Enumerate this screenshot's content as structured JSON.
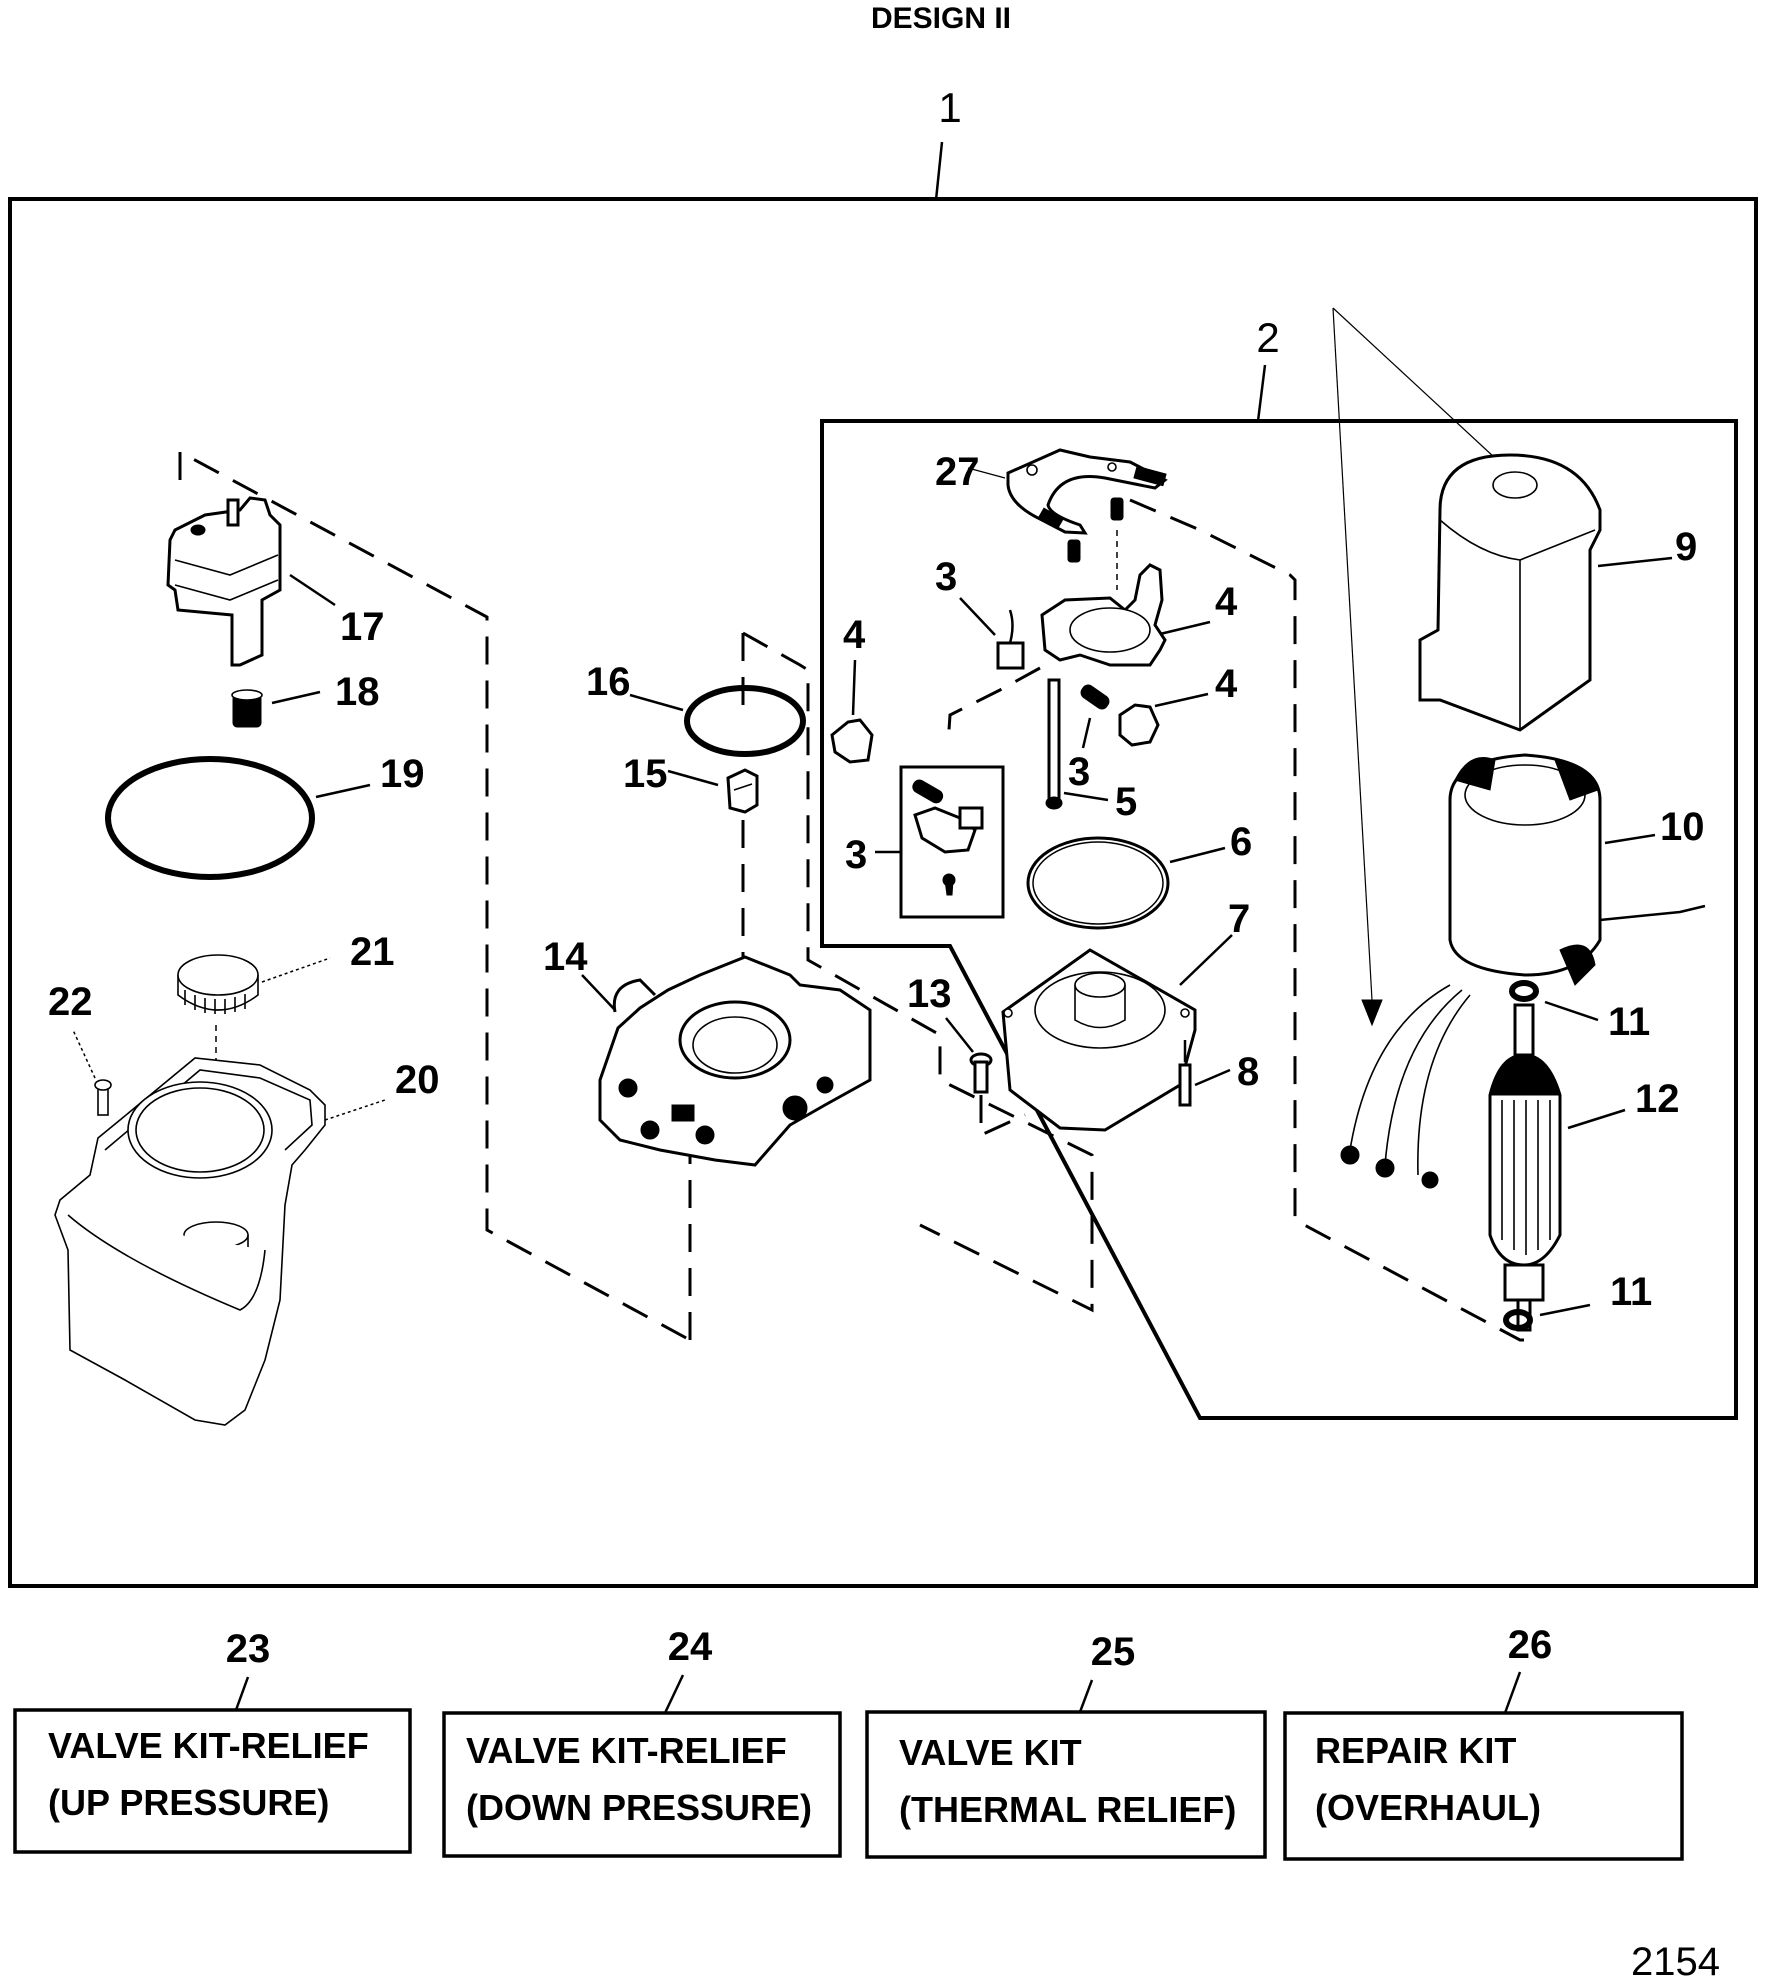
{
  "title": "DESIGN II",
  "figure_number": "2154",
  "assembly_callout": "1",
  "subassembly_callout": "2",
  "callouts": {
    "c3a": "3",
    "c3b": "3",
    "c3c": "3",
    "c4a": "4",
    "c4b": "4",
    "c4c": "4",
    "c5": "5",
    "c6": "6",
    "c7": "7",
    "c8": "8",
    "c9": "9",
    "c10": "10",
    "c11a": "11",
    "c11b": "11",
    "c12": "12",
    "c13": "13",
    "c14": "14",
    "c15": "15",
    "c16": "16",
    "c17": "17",
    "c18": "18",
    "c19": "19",
    "c20": "20",
    "c21": "21",
    "c22": "22",
    "c27": "27"
  },
  "kits": [
    {
      "number": "23",
      "line1": "VALVE KIT-RELIEF",
      "line2": "(UP PRESSURE)"
    },
    {
      "number": "24",
      "line1": "VALVE KIT-RELIEF",
      "line2": "(DOWN PRESSURE)"
    },
    {
      "number": "25",
      "line1": "VALVE KIT",
      "line2": "(THERMAL RELIEF)"
    },
    {
      "number": "26",
      "line1": "REPAIR KIT",
      "line2": "(OVERHAUL)"
    }
  ],
  "parts": [
    {
      "id": "pump",
      "callout": "17"
    },
    {
      "id": "filter",
      "callout": "18"
    },
    {
      "id": "o-ring-large",
      "callout": "19"
    },
    {
      "id": "reservoir",
      "callout": "20"
    },
    {
      "id": "fill-cap",
      "callout": "21"
    },
    {
      "id": "reservoir-screw",
      "callout": "22"
    },
    {
      "id": "manifold",
      "callout": "14"
    },
    {
      "id": "check-valve",
      "callout": "15"
    },
    {
      "id": "o-ring-manifold",
      "callout": "16"
    },
    {
      "id": "screw-13",
      "callout": "13"
    },
    {
      "id": "brush-plate",
      "callout": "27"
    },
    {
      "id": "brush-holder",
      "callout": "4"
    },
    {
      "id": "brush",
      "callout": "3"
    },
    {
      "id": "through-bolt",
      "callout": "5"
    },
    {
      "id": "seal-ring",
      "callout": "6"
    },
    {
      "id": "end-cap",
      "callout": "7"
    },
    {
      "id": "end-cap-screw",
      "callout": "8"
    },
    {
      "id": "motor-cover",
      "callout": "9"
    },
    {
      "id": "field-frame",
      "callout": "10"
    },
    {
      "id": "washer",
      "callout": "11"
    },
    {
      "id": "armature",
      "callout": "12"
    }
  ]
}
